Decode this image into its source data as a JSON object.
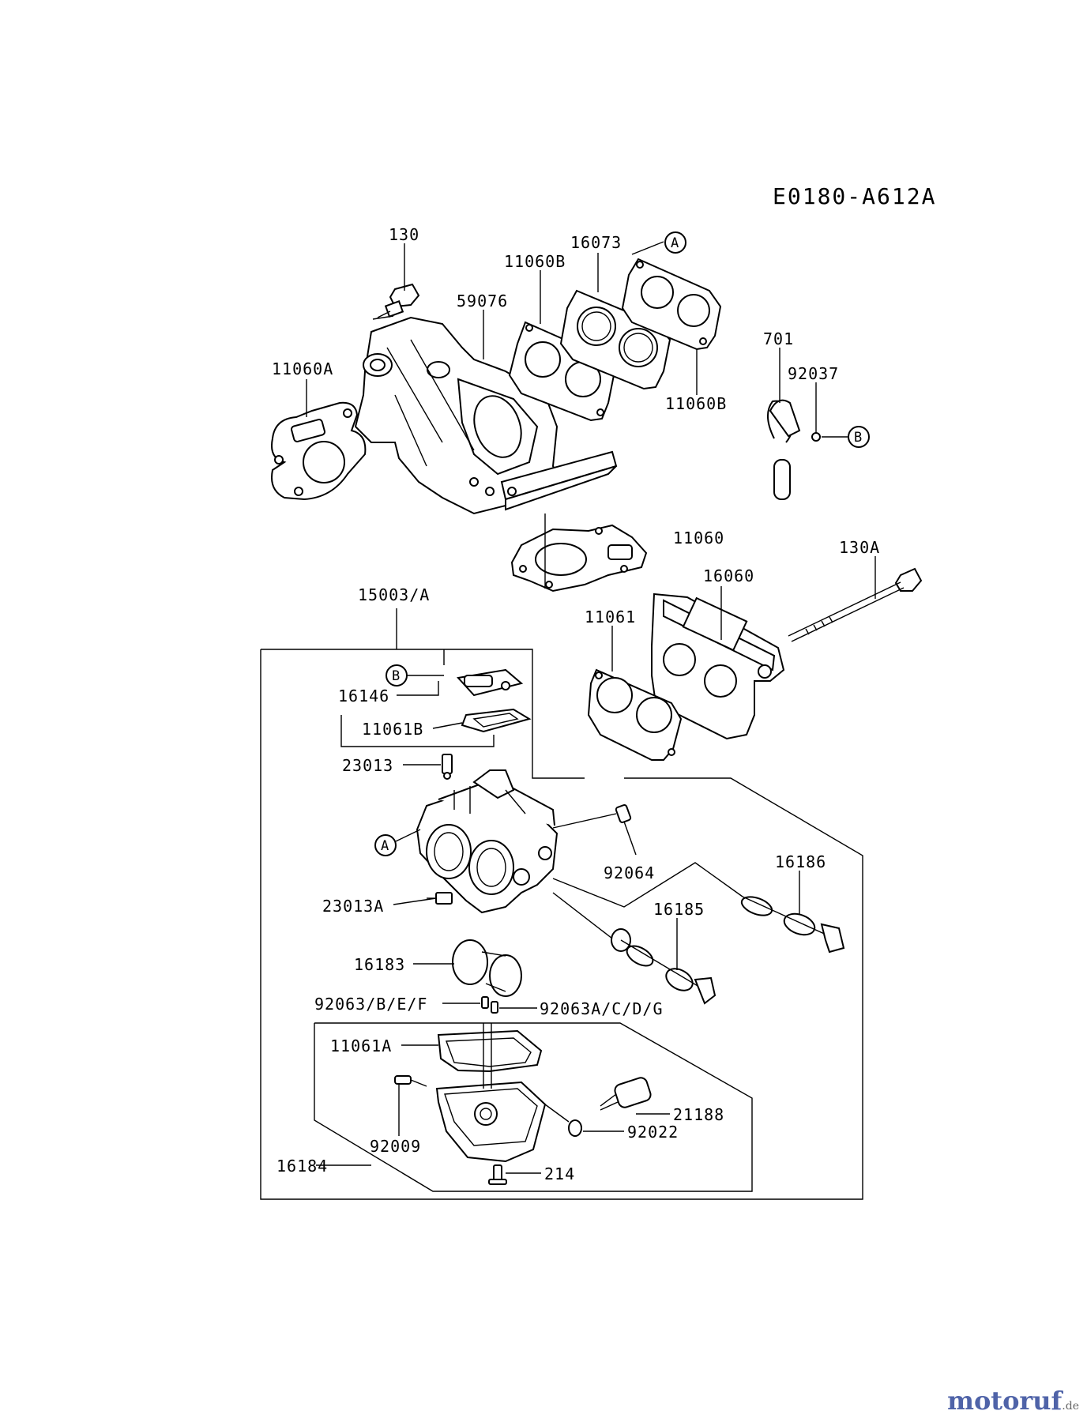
{
  "reference_code": "E0180-A612A",
  "callouts": {
    "c130": "130",
    "c16073": "16073",
    "c11060B_top": "11060B",
    "c59076": "59076",
    "c11060A": "11060A",
    "c11060B_bot": "11060B",
    "c701": "701",
    "c92037": "92037",
    "c11060": "11060",
    "c130A": "130A",
    "c16060": "16060",
    "c15003A": "15003/A",
    "c11061": "11061",
    "c16146": "16146",
    "c11061B": "11061B",
    "c23013": "23013",
    "c92064": "92064",
    "c16186": "16186",
    "c23013A": "23013A",
    "c16185": "16185",
    "c16183": "16183",
    "c92063BEF": "92063/B/E/F",
    "c92063ACDG": "92063A/C/D/G",
    "c11061A": "11061A",
    "c21188": "21188",
    "c92009": "92009",
    "c92022": "92022",
    "c16184": "16184",
    "c214": "214"
  },
  "markers": {
    "a_top": "A",
    "b_right": "B",
    "b_left": "B",
    "a_left": "A"
  },
  "watermark": {
    "brand_main": "motoruf",
    "brand_tld": ".de"
  }
}
